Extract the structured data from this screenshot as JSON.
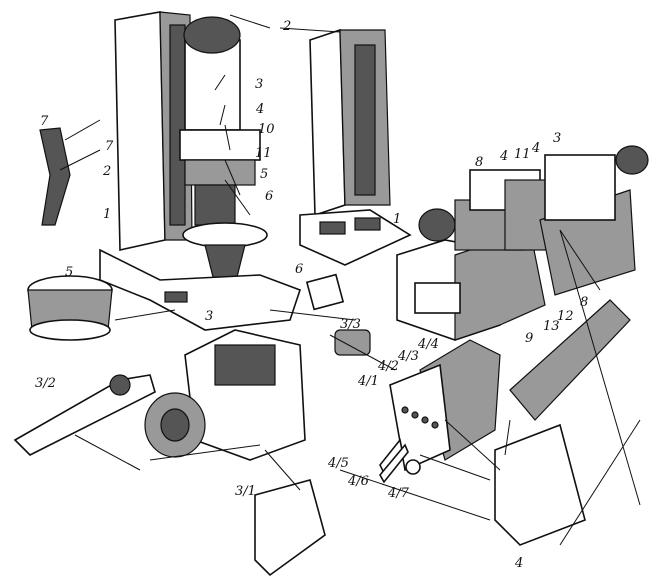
{
  "title": "Exploded view of modular machine tool units",
  "labels": {
    "l2_top": "2",
    "l3_a": "3",
    "l4_a": "4",
    "l10": "10",
    "l11_a": "11",
    "l5_a": "5",
    "l6_a": "6",
    "l7_a": "7",
    "l7_b": "7",
    "l2_b": "2",
    "l1_a": "1",
    "l5_b": "5",
    "l1_b": "1",
    "l6_b": "6",
    "l33": "3/3",
    "l3_b": "3",
    "l32": "3/2",
    "l31": "3/1",
    "l8_a": "8",
    "l4_b": "4",
    "l11_b": "11",
    "l4_c": "4",
    "l3_c": "3",
    "l9_a": "9",
    "l13": "13",
    "l12": "12",
    "l8_b": "8",
    "l44": "4/4",
    "l43": "4/3",
    "l42": "4/2",
    "l41": "4/1",
    "l45": "4/5",
    "l46": "4/6",
    "l47": "4/7",
    "l4_d": "4"
  }
}
